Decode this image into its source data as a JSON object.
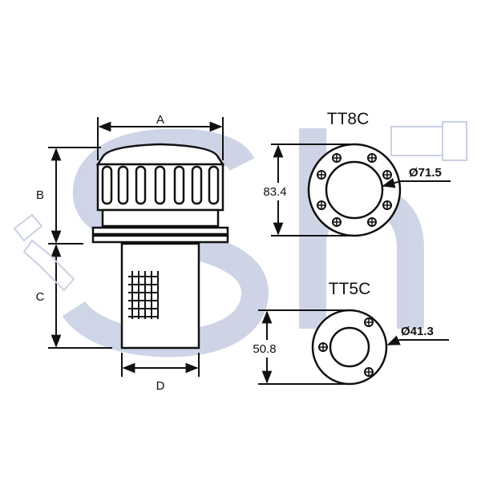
{
  "watermark": {
    "text": "SH",
    "color": "#c9d0e4"
  },
  "side_view": {
    "dimension_labels": {
      "A": "A",
      "B": "B",
      "C": "C",
      "D": "D"
    }
  },
  "tt8c": {
    "title": "TT8C",
    "height_label": "83.4",
    "diameter_label": "Ø71.5"
  },
  "tt5c": {
    "title": "TT5C",
    "height_label": "50.8",
    "diameter_label": "Ø41.3"
  },
  "colors": {
    "line": "#111111",
    "accent": "#c9d0e4"
  }
}
